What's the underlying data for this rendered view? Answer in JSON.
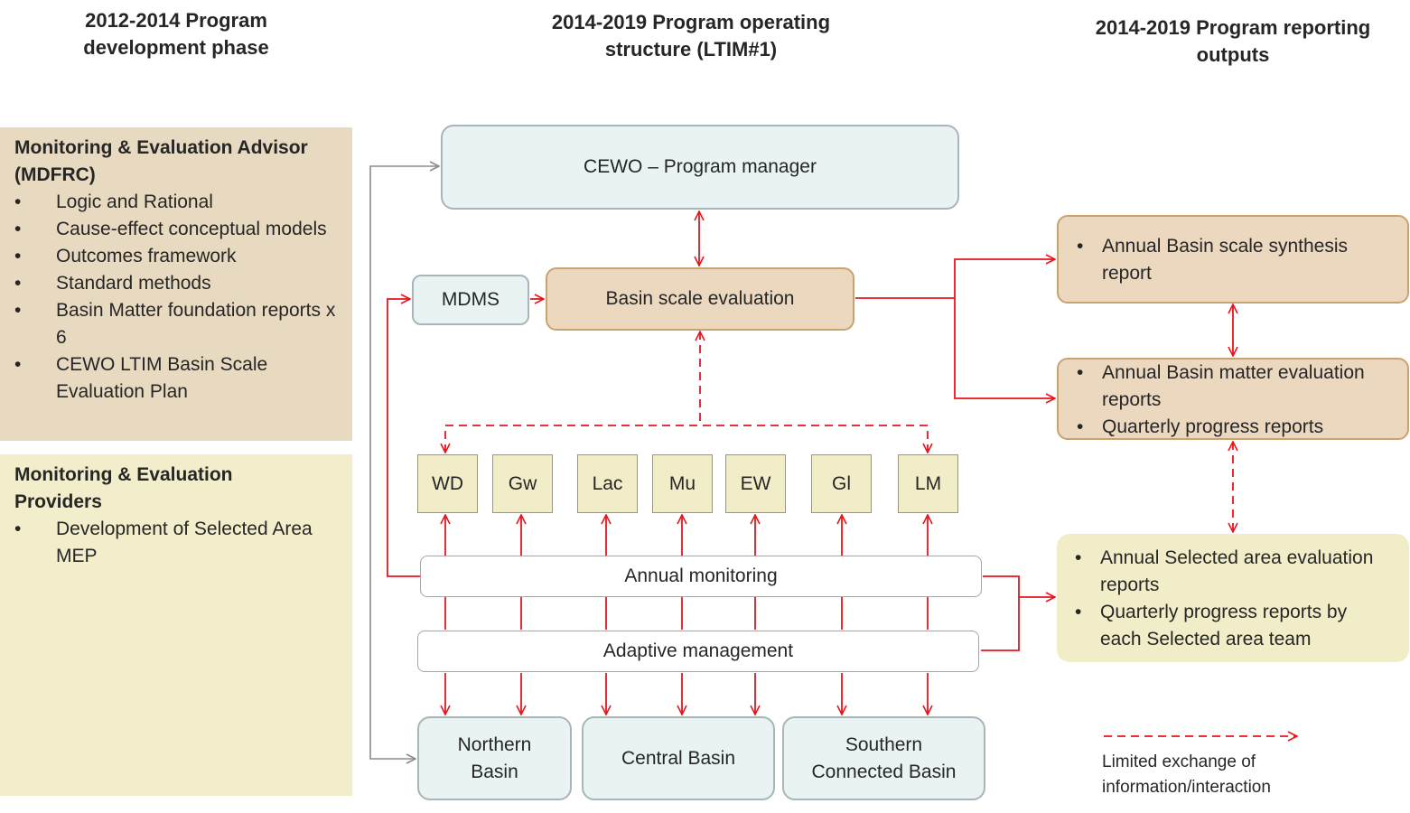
{
  "headers": {
    "col1": "2012-2014 Program development phase",
    "col2": "2014-2019 Program operating structure (LTIM#1)",
    "col3": "2014-2019 Program reporting outputs"
  },
  "advisor": {
    "title": "Monitoring & Evaluation Advisor (MDFRC)",
    "items": [
      "Logic and Rational",
      "Cause-effect conceptual models",
      "Outcomes framework",
      "Standard methods",
      "Basin Matter foundation reports x 6",
      "CEWO LTIM Basin Scale Evaluation Plan"
    ]
  },
  "providers": {
    "title": "Monitoring & Evaluation Providers",
    "items": [
      "Development of Selected Area MEP"
    ]
  },
  "boxes": {
    "cewo": "CEWO – Program manager",
    "mdms": "MDMS",
    "basin_eval": "Basin scale evaluation",
    "annual_monitoring": "Annual monitoring",
    "adaptive_management": "Adaptive management",
    "northern": "Northern Basin",
    "central": "Central Basin",
    "southern": "Southern Connected Basin"
  },
  "areas": [
    "WD",
    "Gw",
    "Lac",
    "Mu",
    "EW",
    "Gl",
    "LM"
  ],
  "outputs": {
    "synthesis": [
      "Annual Basin scale synthesis report"
    ],
    "matter": [
      "Annual Basin matter evaluation reports",
      "Quarterly progress reports"
    ],
    "selected": [
      "Annual Selected area evaluation reports",
      "Quarterly progress reports by each Selected area team"
    ]
  },
  "legend": {
    "label": "Limited exchange of information/interaction"
  },
  "colors": {
    "arrow": "#e8141c",
    "grey_arrow": "#8c8c8c",
    "advisor_bg": "#e8d9c1",
    "providers_bg": "#f2eecb",
    "teal_box": "#eaf3f3",
    "tan_box": "#ecd8bf",
    "yellow_box": "#f1edc9"
  }
}
